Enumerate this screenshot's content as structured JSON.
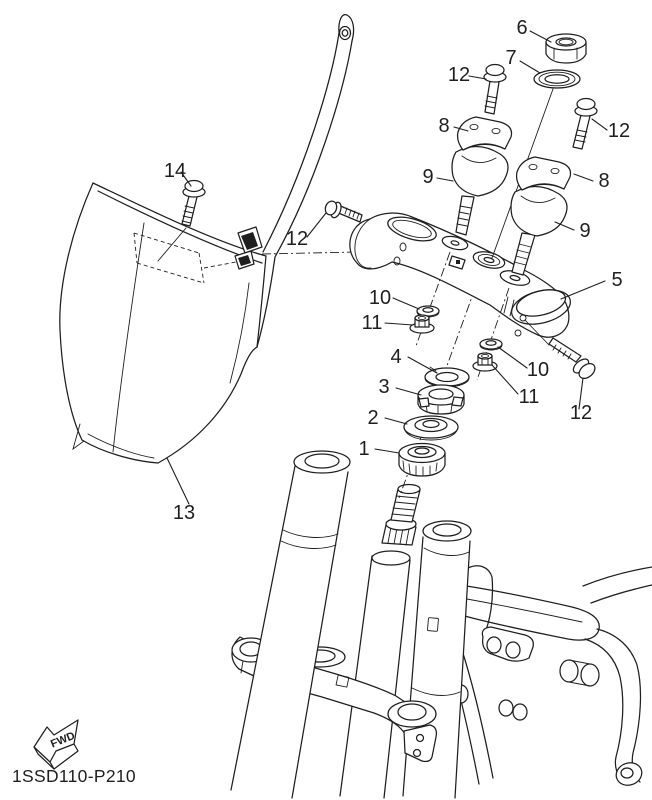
{
  "meta": {
    "background": "#ffffff",
    "ink": "#1f1f1f",
    "description_domain": "exploded-parts-diagram"
  },
  "footer": {
    "code": "1SSD110-P210"
  },
  "fwd_marker": {
    "label": "FWD"
  },
  "callouts": [
    {
      "id": "callout-14",
      "label": "14"
    },
    {
      "id": "callout-6",
      "label": "6"
    },
    {
      "id": "callout-7",
      "label": "7"
    },
    {
      "id": "callout-12-top-left",
      "label": "12"
    },
    {
      "id": "callout-12-top-right",
      "label": "12"
    },
    {
      "id": "callout-8-left",
      "label": "8"
    },
    {
      "id": "callout-9-left",
      "label": "9"
    },
    {
      "id": "callout-8-right",
      "label": "8"
    },
    {
      "id": "callout-9-right",
      "label": "9"
    },
    {
      "id": "callout-12-mid-left",
      "label": "12"
    },
    {
      "id": "callout-5",
      "label": "5"
    },
    {
      "id": "callout-10-left",
      "label": "10"
    },
    {
      "id": "callout-11-left",
      "label": "11"
    },
    {
      "id": "callout-4",
      "label": "4"
    },
    {
      "id": "callout-3",
      "label": "3"
    },
    {
      "id": "callout-2",
      "label": "2"
    },
    {
      "id": "callout-1",
      "label": "1"
    },
    {
      "id": "callout-10-right",
      "label": "10"
    },
    {
      "id": "callout-11-right",
      "label": "11"
    },
    {
      "id": "callout-12-mid-right",
      "label": "12"
    },
    {
      "id": "callout-13",
      "label": "13"
    }
  ]
}
